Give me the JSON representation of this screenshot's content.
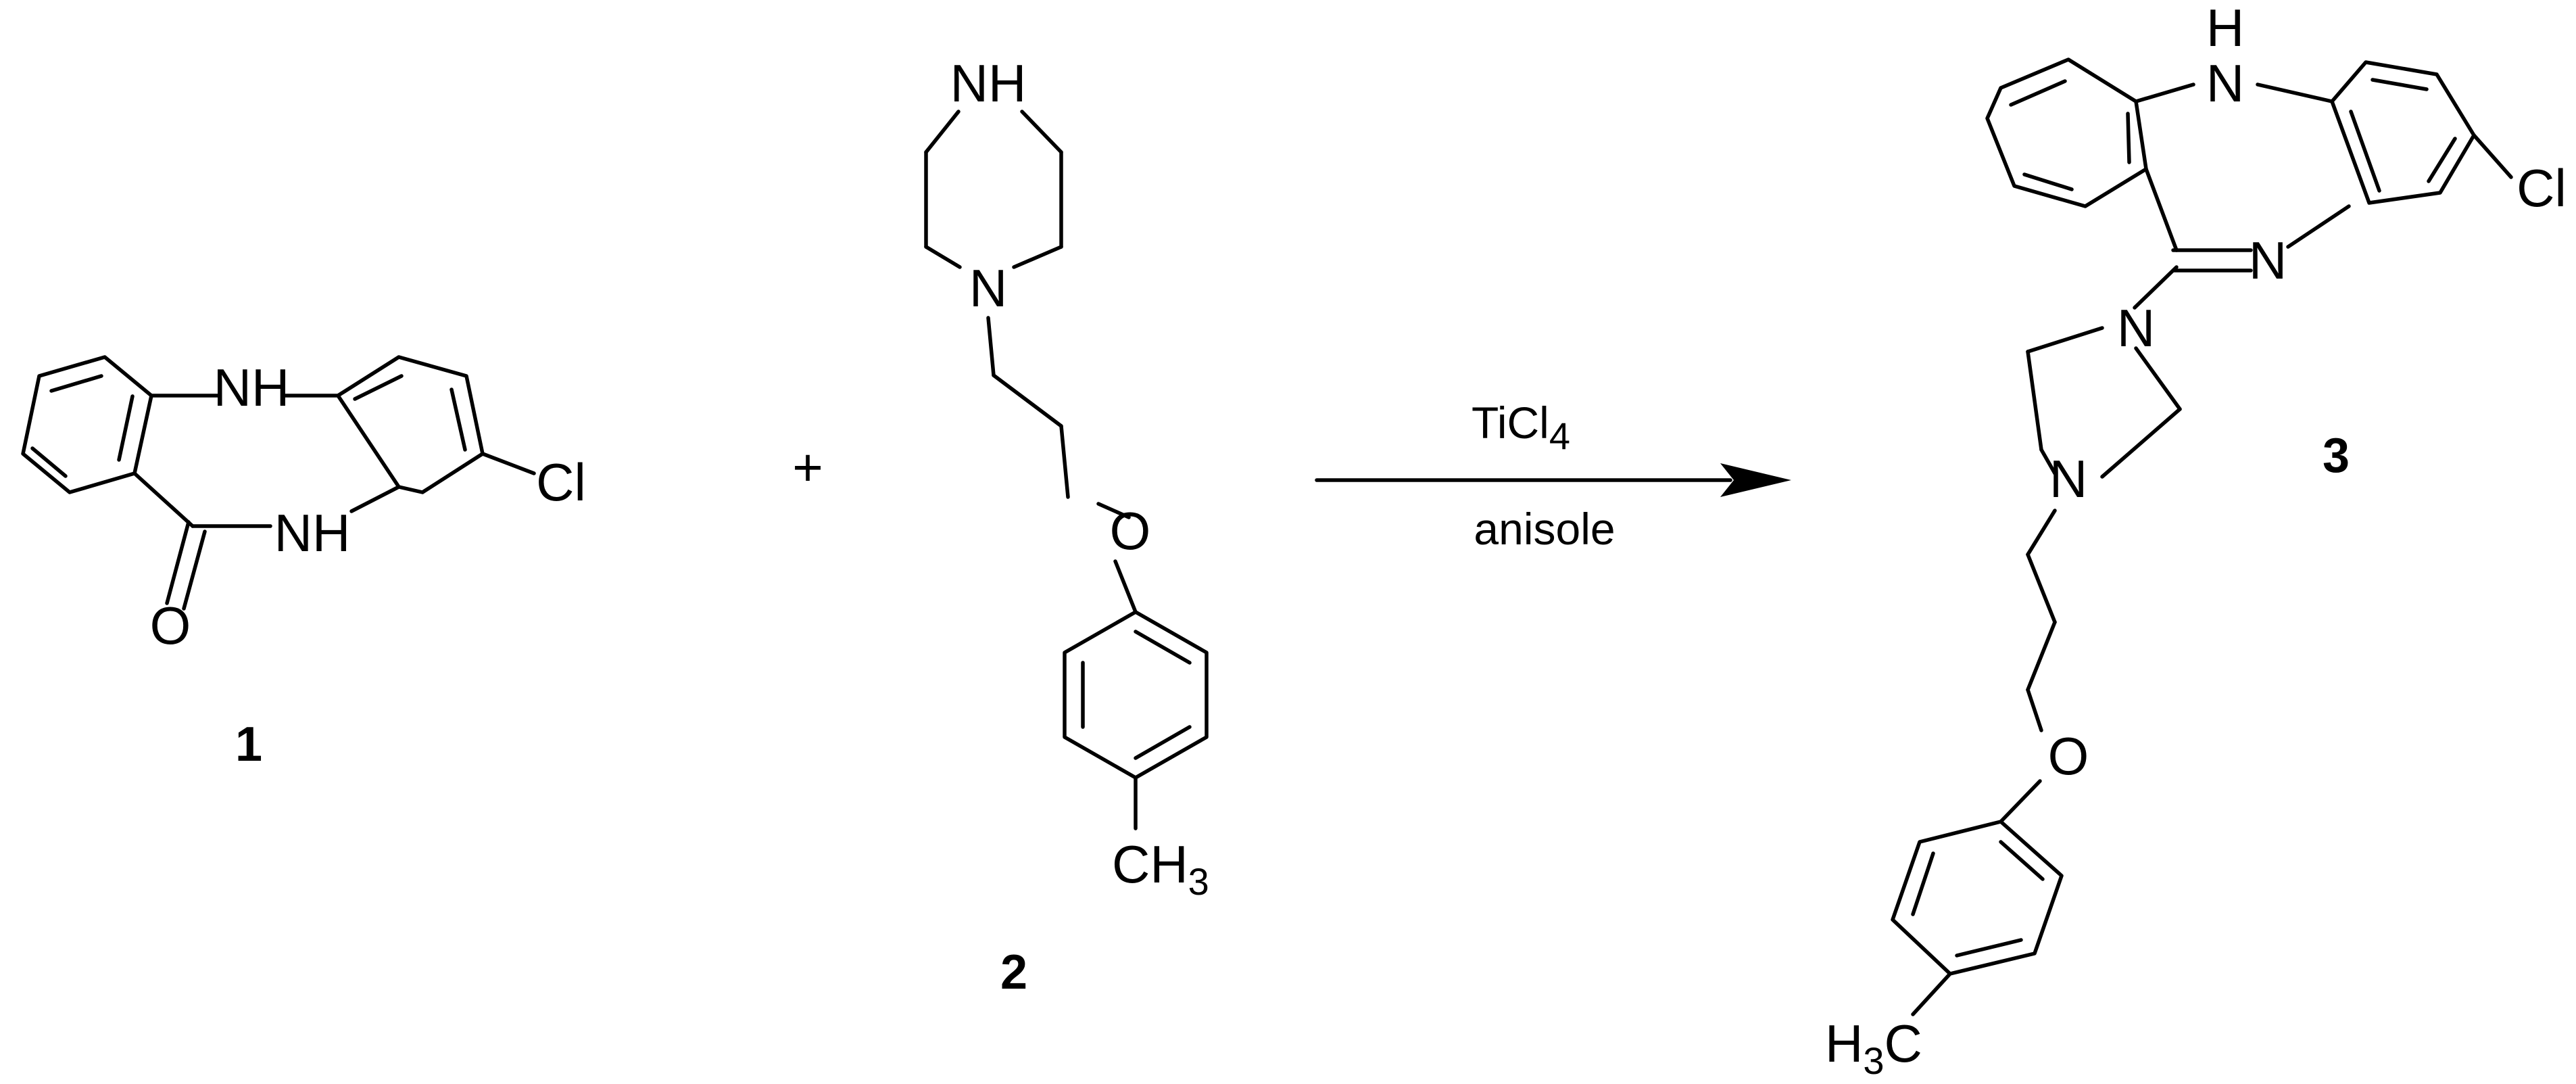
{
  "reaction": {
    "compound1": {
      "number": "1",
      "labels": {
        "nh_top": "NH",
        "nh_amide": "NH",
        "oxygen": "O",
        "chlorine": "Cl"
      }
    },
    "plus": "+",
    "compound2": {
      "number": "2",
      "labels": {
        "nh": "NH",
        "n": "N",
        "oxygen": "O",
        "methyl": "CH",
        "methyl_sub": "3"
      }
    },
    "conditions": {
      "reagent": "TiCl",
      "reagent_sub": "4",
      "solvent": "anisole"
    },
    "compound3": {
      "number": "3",
      "labels": {
        "nh": "NH",
        "n_imine": "N",
        "chlorine": "Cl",
        "n_top": "N",
        "n_bottom": "N",
        "oxygen": "O",
        "methyl_h": "H",
        "methyl_sub": "3",
        "methyl_c": "C"
      }
    }
  }
}
